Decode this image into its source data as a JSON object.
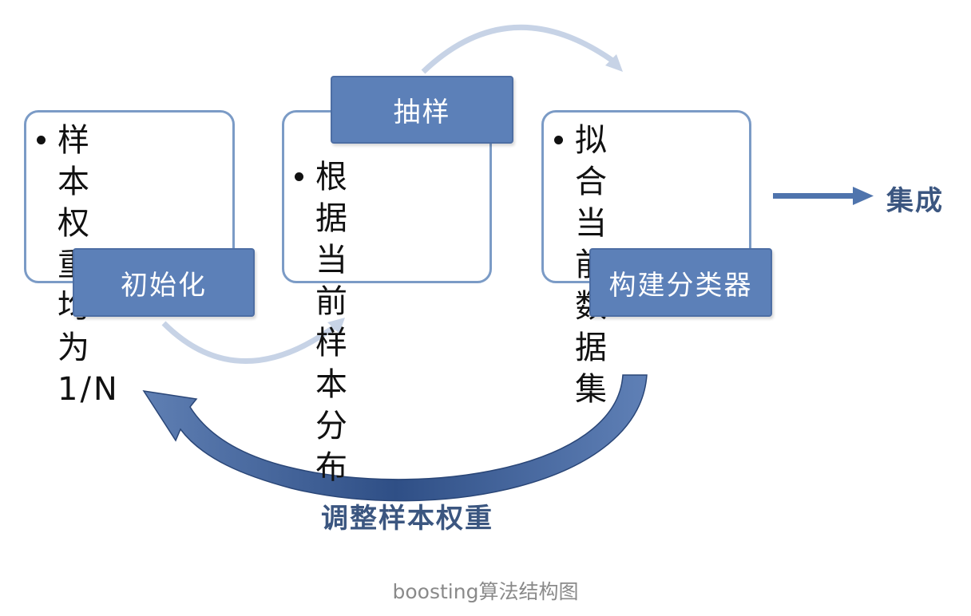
{
  "steps": {
    "init": {
      "bullet": "样本权重\n均为1/N",
      "tab": "初始化"
    },
    "sample": {
      "bullet": "根据当前\n样本分布",
      "tab": "抽样"
    },
    "build": {
      "bullet": "拟合当前\n数据集",
      "tab": "构建分类器"
    }
  },
  "labels": {
    "ensemble": "集成",
    "adjust": "调整样本权重"
  },
  "caption": "boosting算法结构图",
  "colors": {
    "tab_fill": "#5c80b8",
    "box_border": "#7b9bc6",
    "light_arrow": "#c7d3e6",
    "dark_arrow": "#3b5a8e",
    "label": "#3b5680"
  }
}
